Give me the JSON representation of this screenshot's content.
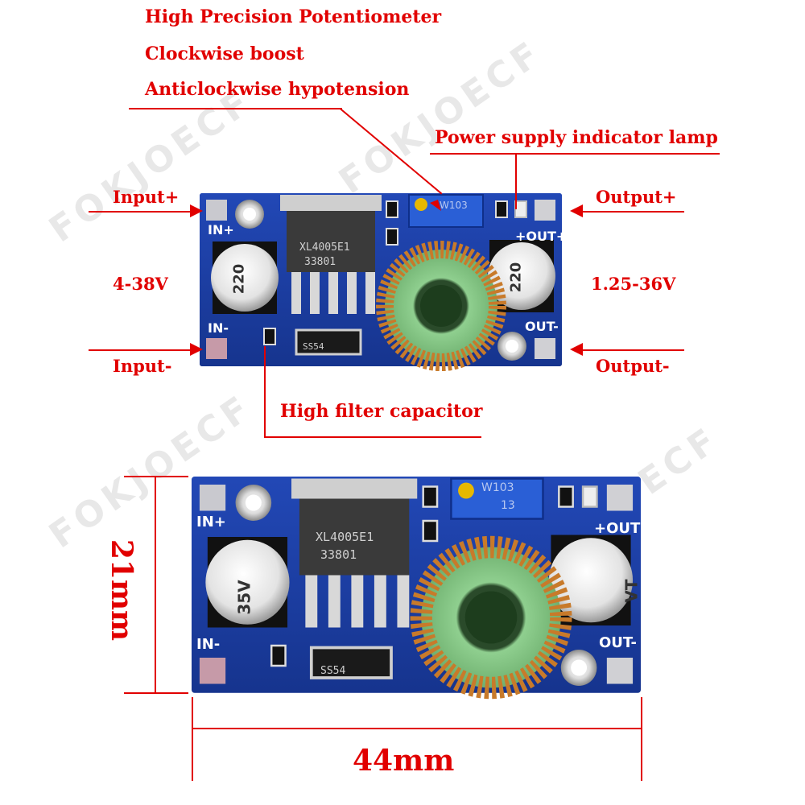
{
  "labels": {
    "potentiometer": "High Precision Potentiometer",
    "clockwise": "Clockwise boost",
    "anticlockwise": "Anticlockwise hypotension",
    "indicator": "Power supply indicator lamp",
    "input_plus": "Input+",
    "output_plus": "Output+",
    "input_range": "4-38V",
    "output_range": "1.25-36V",
    "input_minus": "Input-",
    "output_minus": "Output-",
    "filter_cap": "High filter capacitor",
    "height_dim": "21mm",
    "width_dim": "44mm"
  },
  "board": {
    "chip_top": "XL4005E1",
    "chip_bottom": "33801",
    "cap_value": "220",
    "cap_volt": "35V",
    "cap_brand": "VT",
    "pot_code": "W103",
    "pot_num": "13",
    "diode": "SS54",
    "pin_in_plus": "IN+",
    "pin_in_minus": "IN-",
    "pin_out_plus": "+OUT+",
    "pin_out_minus": "OUT-"
  },
  "watermark": "FOKJOECF",
  "colors": {
    "label": "#e10000",
    "pcb": "#1a3ea0",
    "coil": "#c87a2a"
  }
}
